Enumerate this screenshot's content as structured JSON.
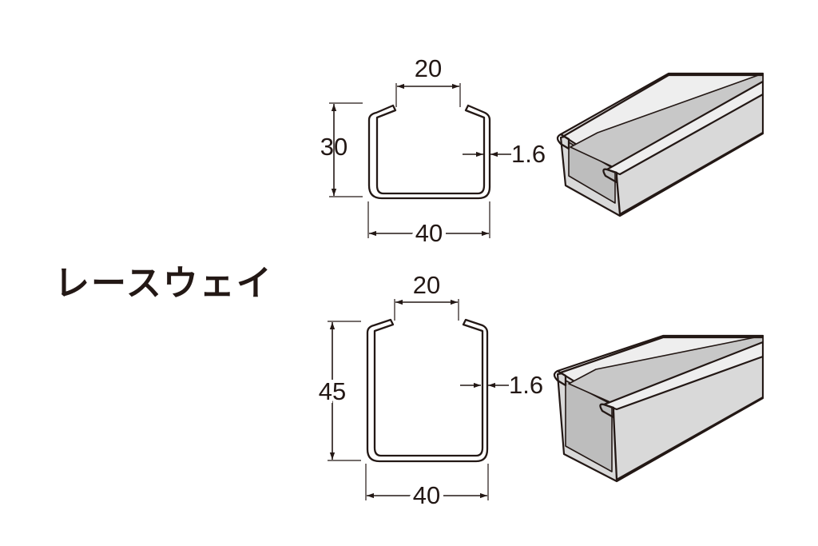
{
  "title": "レースウェイ",
  "profiles": [
    {
      "name": "raceway-small",
      "opening_width": "20",
      "height": "30",
      "thickness": "1.6",
      "width": "40"
    },
    {
      "name": "raceway-large",
      "opening_width": "20",
      "height": "45",
      "thickness": "1.6",
      "width": "40"
    }
  ],
  "colors": {
    "line": "#231815",
    "steel_light": "#eeeeee",
    "steel_mid": "#d9d9d9",
    "steel_dark": "#c8c8c8"
  }
}
